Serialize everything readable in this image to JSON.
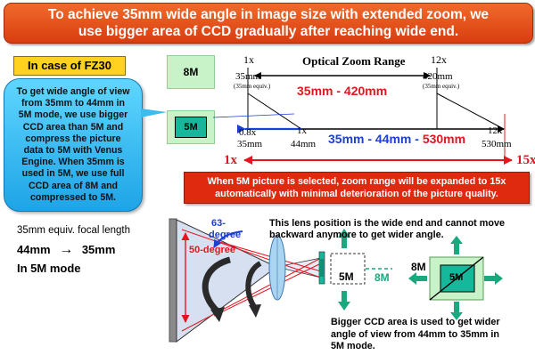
{
  "title": {
    "line1": "To achieve 35mm wide angle in image size with extended zoom, we",
    "line2": "use bigger area of CCD gradually after reaching wide end."
  },
  "case_label": "In case of FZ30",
  "callout": [
    "To get wide angle of view",
    "from 35mm to 44mm in",
    "5M mode, we use bigger",
    "CCD area than 5M and",
    "compress the picture",
    "data to 5M with Venus",
    "Engine.  When 35mm is",
    "used in 5M, we use full",
    "CCD area of 8M and",
    "compressed to 5M."
  ],
  "box_8m_label": "8M",
  "box_5m_label": "5M",
  "zoom": {
    "heading": "Optical Zoom Range",
    "left_mult": "1x",
    "left_focal": "35mm",
    "left_equiv": "(35mm equiv.)",
    "right_mult": "12x",
    "right_focal": "420mm",
    "right_equiv": "(35mm equiv.)",
    "range_8m": "35mm - 420mm",
    "mark_08x": "0.8x",
    "mark_08x_focal": "35mm",
    "mark_1x": "1x",
    "mark_1x_focal": "44mm",
    "mark_12x": "12x",
    "mark_12x_focal": "530mm",
    "range_5m_a": "35mm",
    "range_5m_b": " - 44mm - ",
    "range_5m_c": "530mm",
    "ext_left": "1x",
    "ext_right": "15x"
  },
  "expand_note": {
    "line1": "When  5M picture is selected, zoom range will be expanded to 15x",
    "line2": "automatically with minimal deterioration of the picture quality."
  },
  "focal": {
    "label": "35mm equiv. focal length",
    "from": "44mm",
    "arrow": "→",
    "to": "35mm",
    "mode": "In 5M mode"
  },
  "optics": {
    "angle_wide": "63-",
    "angle_wide2": "degree",
    "angle_narrow": "50-degree",
    "wide_end_note1": "This lens position is the wide end and cannot move",
    "wide_end_note2": "backward anymore to get wider angle.",
    "sensor_5m": "5M",
    "sensor_8m": "8M",
    "ccd_8m": "8M",
    "ccd_5m": "5M",
    "bottom_note": [
      "Bigger CCD area is used to get wider",
      "angle of view from 44mm to 35mm in",
      "5M mode."
    ]
  },
  "colors": {
    "banner": "#e04a1a",
    "callout": "#3bbcf0",
    "case_box": "#ffd21f",
    "ccd_green": "#15b89a",
    "arrow_green": "#1aa87e",
    "red": "#e6141e",
    "blue": "#1a3fd6"
  }
}
